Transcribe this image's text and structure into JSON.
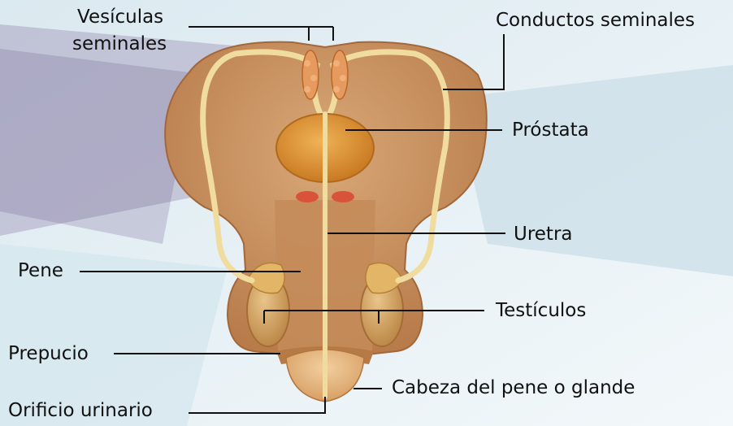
{
  "labels": {
    "vesiculas_line1": "Vesículas",
    "vesiculas_line2": "seminales",
    "conductos": "Conductos seminales",
    "prostata": "Próstata",
    "uretra": "Uretra",
    "pene": "Pene",
    "testiculos": "Testículos",
    "prepucio": "Prepucio",
    "cabeza": "Cabeza del pene o glande",
    "orificio": "Orificio urinario"
  },
  "colors": {
    "background": "#eef5f8",
    "skin": "#d9a06e",
    "skin_dark": "#b8773f",
    "duct": "#f1dca0",
    "prostate": "#e8982f",
    "vesicle": "#e79a5d",
    "leader_line": "#111111"
  }
}
